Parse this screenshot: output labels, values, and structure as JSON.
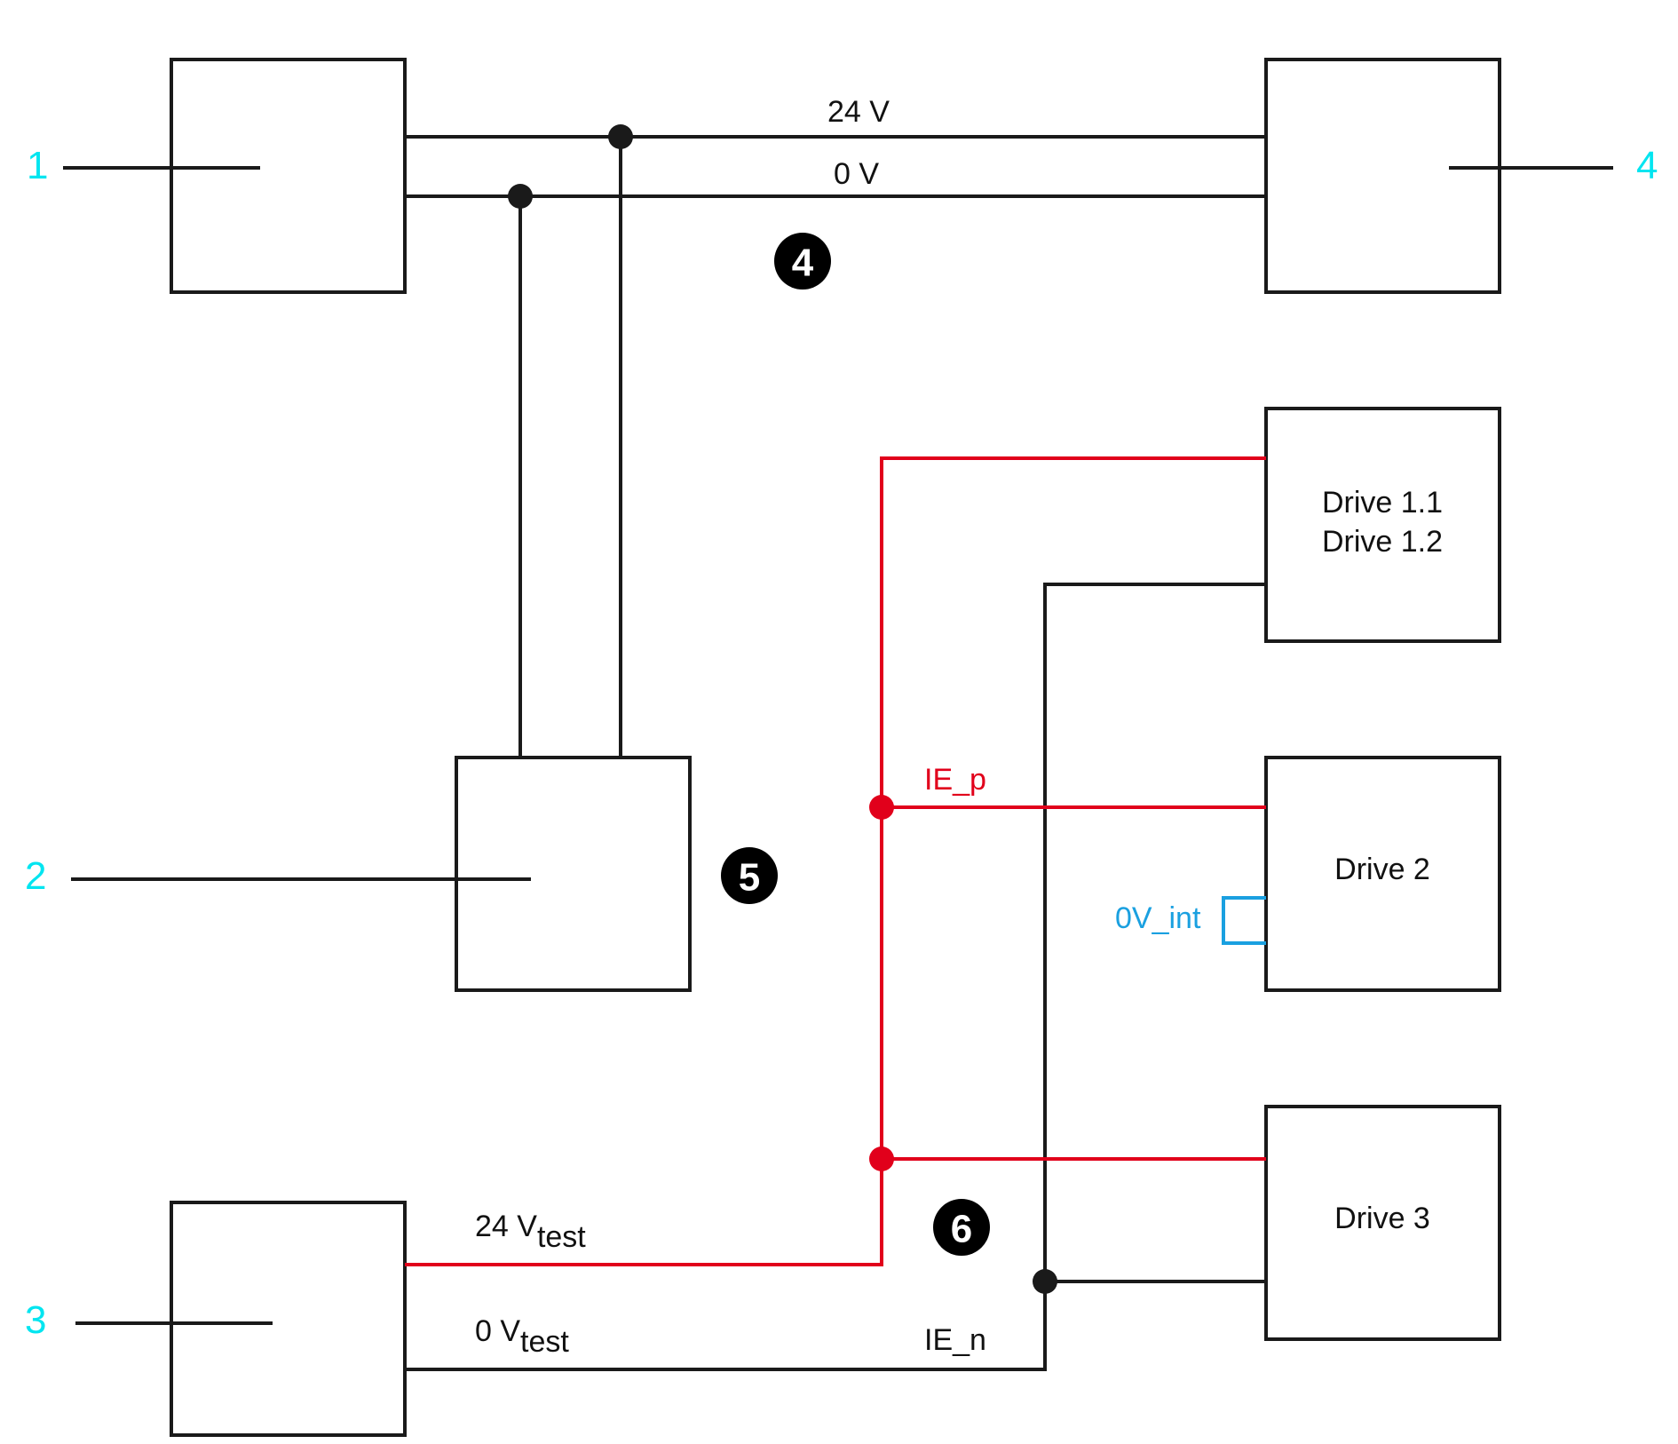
{
  "colors": {
    "line": "#1a1a1a",
    "test_line": "#e1001b",
    "reference_number": "#00e5f0",
    "internal": "#1aa0e0"
  },
  "references": [
    "1",
    "2",
    "3",
    "4"
  ],
  "markers": [
    "4",
    "5",
    "6"
  ],
  "labels": {
    "v24": "24 V",
    "v0": "0 V",
    "v24test_main": "24 V",
    "v24test_sub": "test",
    "v0test_main": "0 V",
    "v0test_sub": "test",
    "ie_p": "IE_p",
    "ie_n": "IE_n",
    "ov_int": "0V_int"
  },
  "drives": {
    "drive1_line1": "Drive 1.1",
    "drive1_line2": "Drive 1.2",
    "drive2": "Drive 2",
    "drive3": "Drive 3"
  }
}
